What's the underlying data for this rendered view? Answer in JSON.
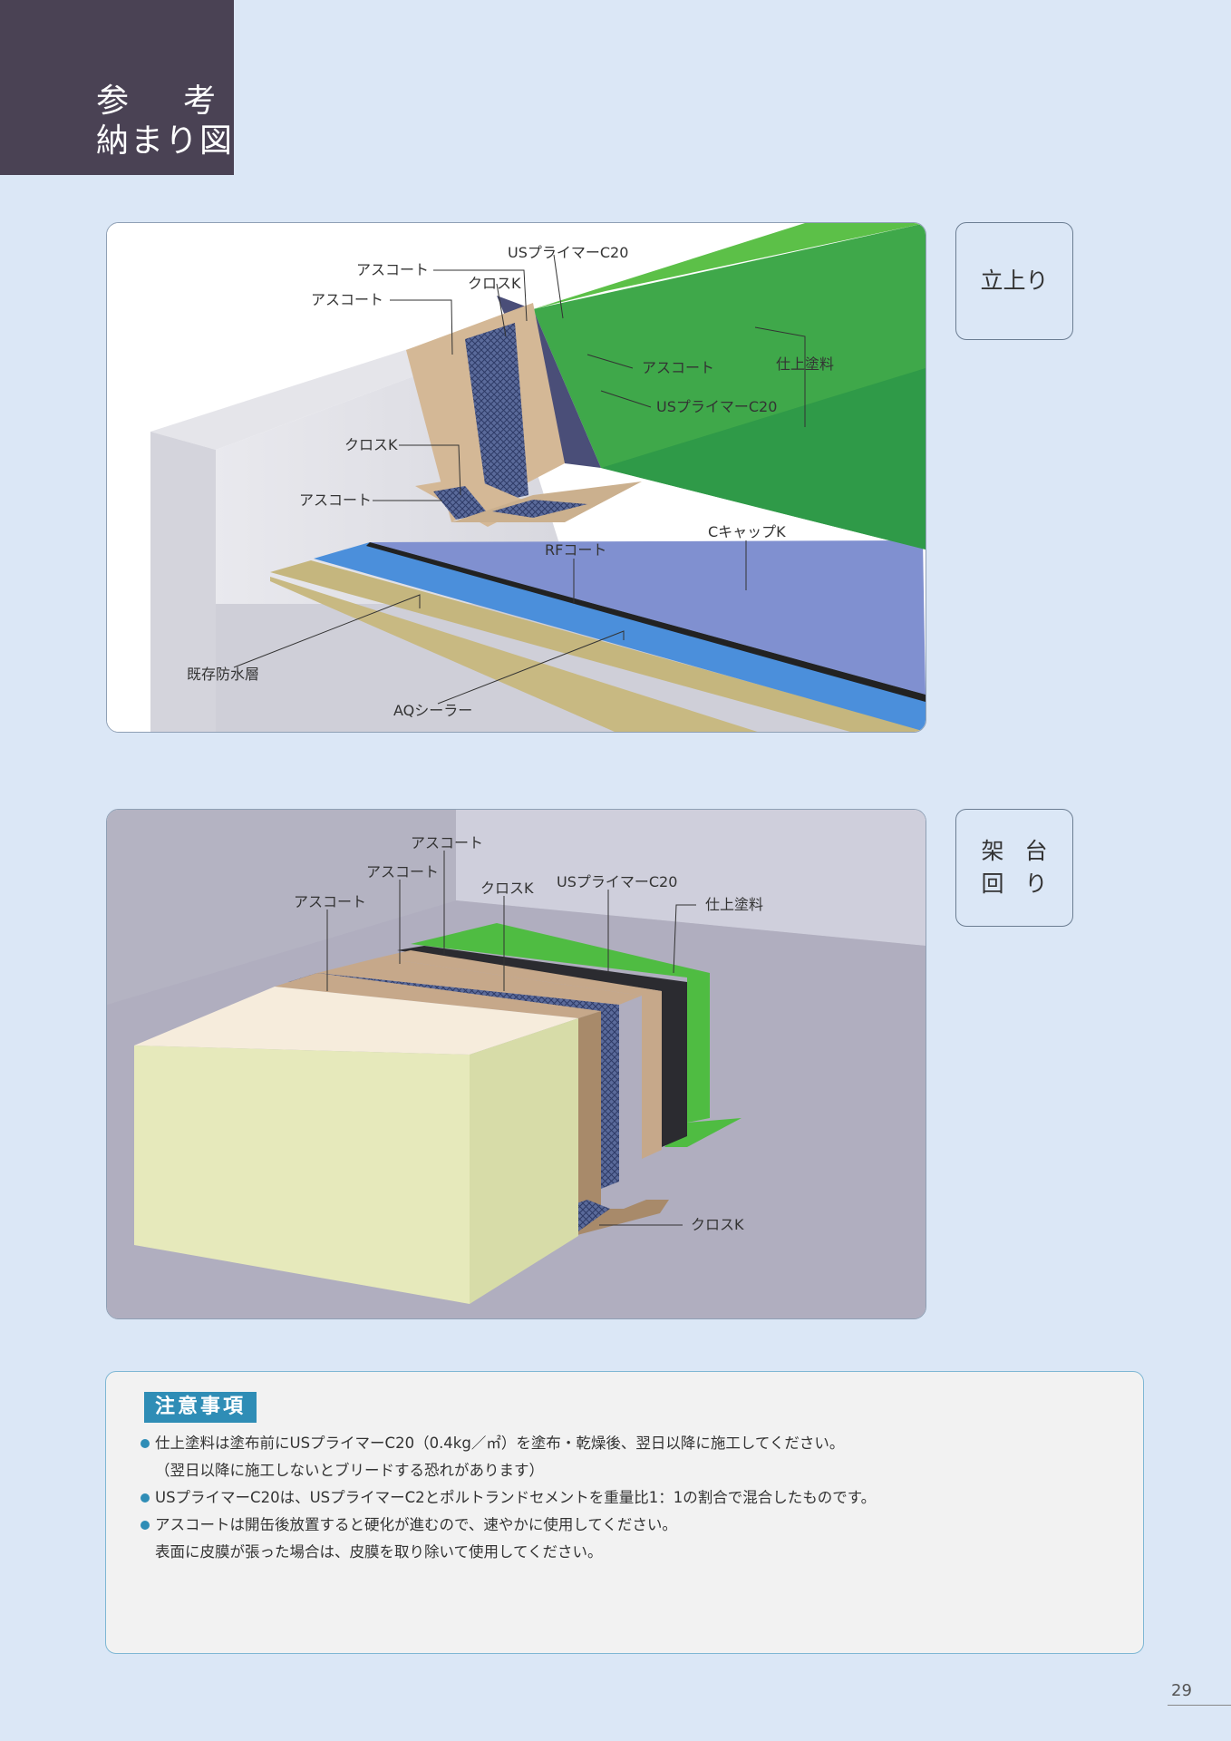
{
  "header": {
    "line1_a": "参",
    "line1_b": "考",
    "line2": "納まり図"
  },
  "diagram1": {
    "tag": "立上り",
    "labels": {
      "us_primer_top": "USプライマーC20",
      "ascoat_1": "アスコート",
      "ascoat_2": "アスコート",
      "cloth_k_top": "クロスK",
      "ascoat_right": "アスコート",
      "us_primer_right": "USプライマーC20",
      "finish_paint": "仕上塗料",
      "cloth_k_mid": "クロスK",
      "ascoat_low": "アスコート",
      "c_cap_k": "CキャップK",
      "rf_coat": "RFコート",
      "existing_layer": "既存防水層",
      "aq_sealer": "AQシーラー"
    }
  },
  "diagram2": {
    "tag_chars": [
      "架",
      "台",
      "回",
      "り"
    ],
    "labels": {
      "ascoat_a": "アスコート",
      "ascoat_b": "アスコート",
      "ascoat_c": "アスコート",
      "cloth_k_top": "クロスK",
      "us_primer": "USプライマーC20",
      "finish_paint": "仕上塗料",
      "cloth_k_bottom": "クロスK"
    }
  },
  "notes": {
    "title": "注意事項",
    "items": [
      {
        "text": "仕上塗料は塗布前にUSプライマーC20（0.4kg／㎡）を塗布・乾燥後、翌日以降に施工してください。",
        "cont": "（翌日以降に施工しないとブリードする恐れがあります）"
      },
      {
        "text": "USプライマーC20は、USプライマーC2とポルトランドセメントを重量比1：1の割合で混合したものです。",
        "cont": ""
      },
      {
        "text": "アスコートは開缶後放置すると硬化が進むので、速やかに使用してください。",
        "cont": "表面に皮膜が張った場合は、皮膜を取り除いて使用してください。"
      }
    ]
  },
  "page_number": "29"
}
